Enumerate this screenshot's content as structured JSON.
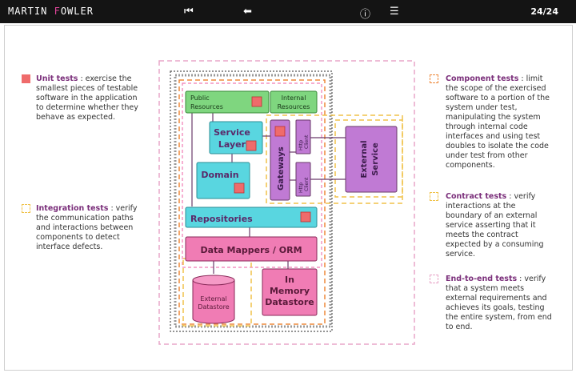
{
  "header": {
    "brand_main": "MARTIN ",
    "brand_accent": "F",
    "brand_rest": "OWLER",
    "icons": [
      "skip-back-icon",
      "arrow-left-icon",
      "info-icon",
      "list-icon"
    ],
    "page": "24/24"
  },
  "notes": {
    "unit": {
      "title": "Unit tests",
      "text": " : exercise the smallest pieces of testable software in the application to determine whether they behave as expected."
    },
    "integration": {
      "title": "Integration tests",
      "text": " : verify the communication paths and interactions between components to detect interface defects."
    },
    "component": {
      "title": "Component tests",
      "text": " : limit the scope of the exercised software to a portion of the system under test, manipulating the system through internal code interfaces and using test doubles to isolate the code under test from other components."
    },
    "contract": {
      "title": "Contract tests",
      "text": " : verify interactions at the boundary of an external service asserting that it meets the contract expected by a consuming service."
    },
    "e2e": {
      "title": "End-to-end tests",
      "text": " : verify that a system meets external requirements and achieves its goals, testing the entire system, from end to end."
    }
  },
  "diagram": {
    "public_resources": [
      "Public",
      "Resources"
    ],
    "internal_resources": [
      "Internal",
      "Resources"
    ],
    "service_layer": [
      "Service",
      "Layer"
    ],
    "domain": "Domain",
    "gateways": "Gateways",
    "http_client_1": [
      "Http",
      "Client"
    ],
    "http_client_2": [
      "Http",
      "Client"
    ],
    "external_service": [
      "External",
      "Service"
    ],
    "repositories": "Repositories",
    "data_mappers": "Data Mappers / ORM",
    "external_datastore": [
      "External",
      "Datastore"
    ],
    "in_memory_datastore": [
      "In",
      "Memory",
      "Datastore"
    ]
  },
  "colors": {
    "unit": "#ef6b6b",
    "integration": "#f0c24a",
    "component": "#ee8a3c",
    "contract": "#f0c24a",
    "e2e": "#e8a6c8",
    "green_box": "#7fd67f",
    "teal_box": "#59d6e0",
    "purple_box": "#c07ad4",
    "pink_box": "#f07cb4"
  }
}
